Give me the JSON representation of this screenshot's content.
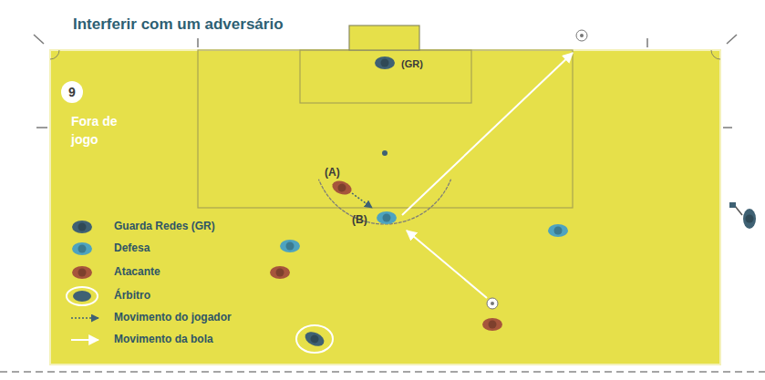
{
  "diagram": {
    "title": "Interferir com um adversário",
    "nodes": [
      {
        "text": [
          "9"
        ]
      }
    ],
    "labels": [
      "Fora de jogo",
      "(GR)",
      "(A)",
      "(B)"
    ],
    "legend": [
      {
        "text": "Guarda Redes (GR)",
        "color": "#3f6173"
      },
      {
        "text": "Defesa",
        "color": "#4ea3bf"
      },
      {
        "text": "Atacante",
        "color": "#a6553c"
      },
      {
        "text": "Árbitro"
      },
      {
        "text": "Movimento do jogador"
      },
      {
        "text": "Movimento da bola"
      }
    ]
  }
}
